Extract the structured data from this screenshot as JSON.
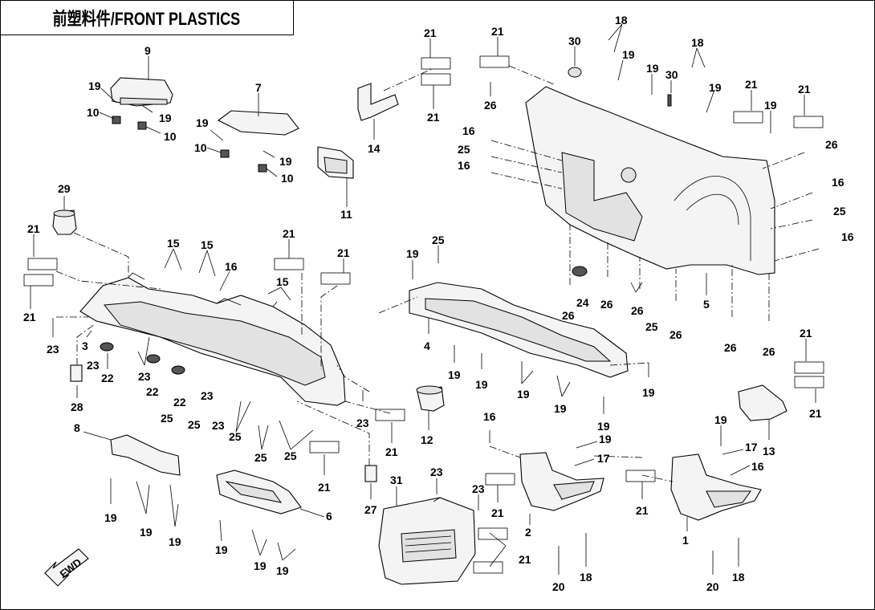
{
  "title": "前塑料件/FRONT PLASTICS",
  "fwd_label": "FWD",
  "callouts": [
    {
      "id": "c9",
      "text": "9"
    },
    {
      "id": "c19a",
      "text": "19"
    },
    {
      "id": "c10a",
      "text": "10"
    },
    {
      "id": "c19b",
      "text": "19"
    },
    {
      "id": "c10b",
      "text": "10"
    },
    {
      "id": "c7",
      "text": "7"
    },
    {
      "id": "c19c",
      "text": "19"
    },
    {
      "id": "c10c",
      "text": "10"
    },
    {
      "id": "c19d",
      "text": "19"
    },
    {
      "id": "c10d",
      "text": "10"
    },
    {
      "id": "c11",
      "text": "11"
    },
    {
      "id": "c21a",
      "text": "21"
    },
    {
      "id": "c21b",
      "text": "21"
    },
    {
      "id": "c14",
      "text": "14"
    },
    {
      "id": "c21c",
      "text": "21"
    },
    {
      "id": "c26a",
      "text": "26"
    },
    {
      "id": "c30a",
      "text": "30"
    },
    {
      "id": "c18a",
      "text": "18"
    },
    {
      "id": "c19e",
      "text": "19"
    },
    {
      "id": "c19f",
      "text": "19"
    },
    {
      "id": "c30b",
      "text": "30"
    },
    {
      "id": "c18b",
      "text": "18"
    },
    {
      "id": "c19g",
      "text": "19"
    },
    {
      "id": "c21d",
      "text": "21"
    },
    {
      "id": "c19h",
      "text": "19"
    },
    {
      "id": "c21e",
      "text": "21"
    },
    {
      "id": "c16a",
      "text": "16"
    },
    {
      "id": "c25a",
      "text": "25"
    },
    {
      "id": "c16b",
      "text": "16"
    },
    {
      "id": "c26b",
      "text": "26"
    },
    {
      "id": "c16c",
      "text": "16"
    },
    {
      "id": "c25b",
      "text": "25"
    },
    {
      "id": "c16d",
      "text": "16"
    },
    {
      "id": "c29",
      "text": "29"
    },
    {
      "id": "c21f",
      "text": "21"
    },
    {
      "id": "c21g",
      "text": "21"
    },
    {
      "id": "c15a",
      "text": "15"
    },
    {
      "id": "c15b",
      "text": "15"
    },
    {
      "id": "c16e",
      "text": "16"
    },
    {
      "id": "c21h",
      "text": "21"
    },
    {
      "id": "c21i",
      "text": "21"
    },
    {
      "id": "c15c",
      "text": "15"
    },
    {
      "id": "c23a",
      "text": "23"
    },
    {
      "id": "c3",
      "text": "3"
    },
    {
      "id": "c23b",
      "text": "23"
    },
    {
      "id": "c22a",
      "text": "22"
    },
    {
      "id": "c23c",
      "text": "23"
    },
    {
      "id": "c22b",
      "text": "22"
    },
    {
      "id": "c22c",
      "text": "22"
    },
    {
      "id": "c23d",
      "text": "23"
    },
    {
      "id": "c28",
      "text": "28"
    },
    {
      "id": "c25c",
      "text": "25"
    },
    {
      "id": "c25d",
      "text": "25"
    },
    {
      "id": "c23e",
      "text": "23"
    },
    {
      "id": "c25e",
      "text": "25"
    },
    {
      "id": "c25f",
      "text": "25"
    },
    {
      "id": "c25g",
      "text": "25"
    },
    {
      "id": "c23f",
      "text": "23"
    },
    {
      "id": "c21j",
      "text": "21"
    },
    {
      "id": "c12",
      "text": "12"
    },
    {
      "id": "c21k",
      "text": "21"
    },
    {
      "id": "c27",
      "text": "27"
    },
    {
      "id": "c19i",
      "text": "19"
    },
    {
      "id": "c25h",
      "text": "25"
    },
    {
      "id": "c4",
      "text": "4"
    },
    {
      "id": "c19j",
      "text": "19"
    },
    {
      "id": "c19k",
      "text": "19"
    },
    {
      "id": "c19l",
      "text": "19"
    },
    {
      "id": "c19m",
      "text": "19"
    },
    {
      "id": "c19n",
      "text": "19"
    },
    {
      "id": "c19o",
      "text": "19"
    },
    {
      "id": "c25i",
      "text": "25"
    },
    {
      "id": "c26c",
      "text": "26"
    },
    {
      "id": "c24",
      "text": "24"
    },
    {
      "id": "c26d",
      "text": "26"
    },
    {
      "id": "c26e",
      "text": "26"
    },
    {
      "id": "c5",
      "text": "5"
    },
    {
      "id": "c26f",
      "text": "26"
    },
    {
      "id": "c26g",
      "text": "26"
    },
    {
      "id": "c26h",
      "text": "26"
    },
    {
      "id": "c8",
      "text": "8"
    },
    {
      "id": "c19p",
      "text": "19"
    },
    {
      "id": "c19q",
      "text": "19"
    },
    {
      "id": "c19r",
      "text": "19"
    },
    {
      "id": "c6",
      "text": "6"
    },
    {
      "id": "c19s",
      "text": "19"
    },
    {
      "id": "c19t",
      "text": "19"
    },
    {
      "id": "c19u",
      "text": "19"
    },
    {
      "id": "c31",
      "text": "31"
    },
    {
      "id": "c23g",
      "text": "23"
    },
    {
      "id": "c23h",
      "text": "23"
    },
    {
      "id": "c21l",
      "text": "21"
    },
    {
      "id": "c21m",
      "text": "21"
    },
    {
      "id": "c16f",
      "text": "16"
    },
    {
      "id": "c19v",
      "text": "19"
    },
    {
      "id": "c17a",
      "text": "17"
    },
    {
      "id": "c2",
      "text": "2"
    },
    {
      "id": "c20a",
      "text": "20"
    },
    {
      "id": "c18c",
      "text": "18"
    },
    {
      "id": "c21n",
      "text": "21"
    },
    {
      "id": "c21o",
      "text": "21"
    },
    {
      "id": "c21p",
      "text": "21"
    },
    {
      "id": "c13",
      "text": "13"
    },
    {
      "id": "c19w",
      "text": "19"
    },
    {
      "id": "c17b",
      "text": "17"
    },
    {
      "id": "c16g",
      "text": "16"
    },
    {
      "id": "c1",
      "text": "1"
    },
    {
      "id": "c20b",
      "text": "20"
    },
    {
      "id": "c18d",
      "text": "18"
    },
    {
      "id": "c21q",
      "text": "21"
    }
  ]
}
